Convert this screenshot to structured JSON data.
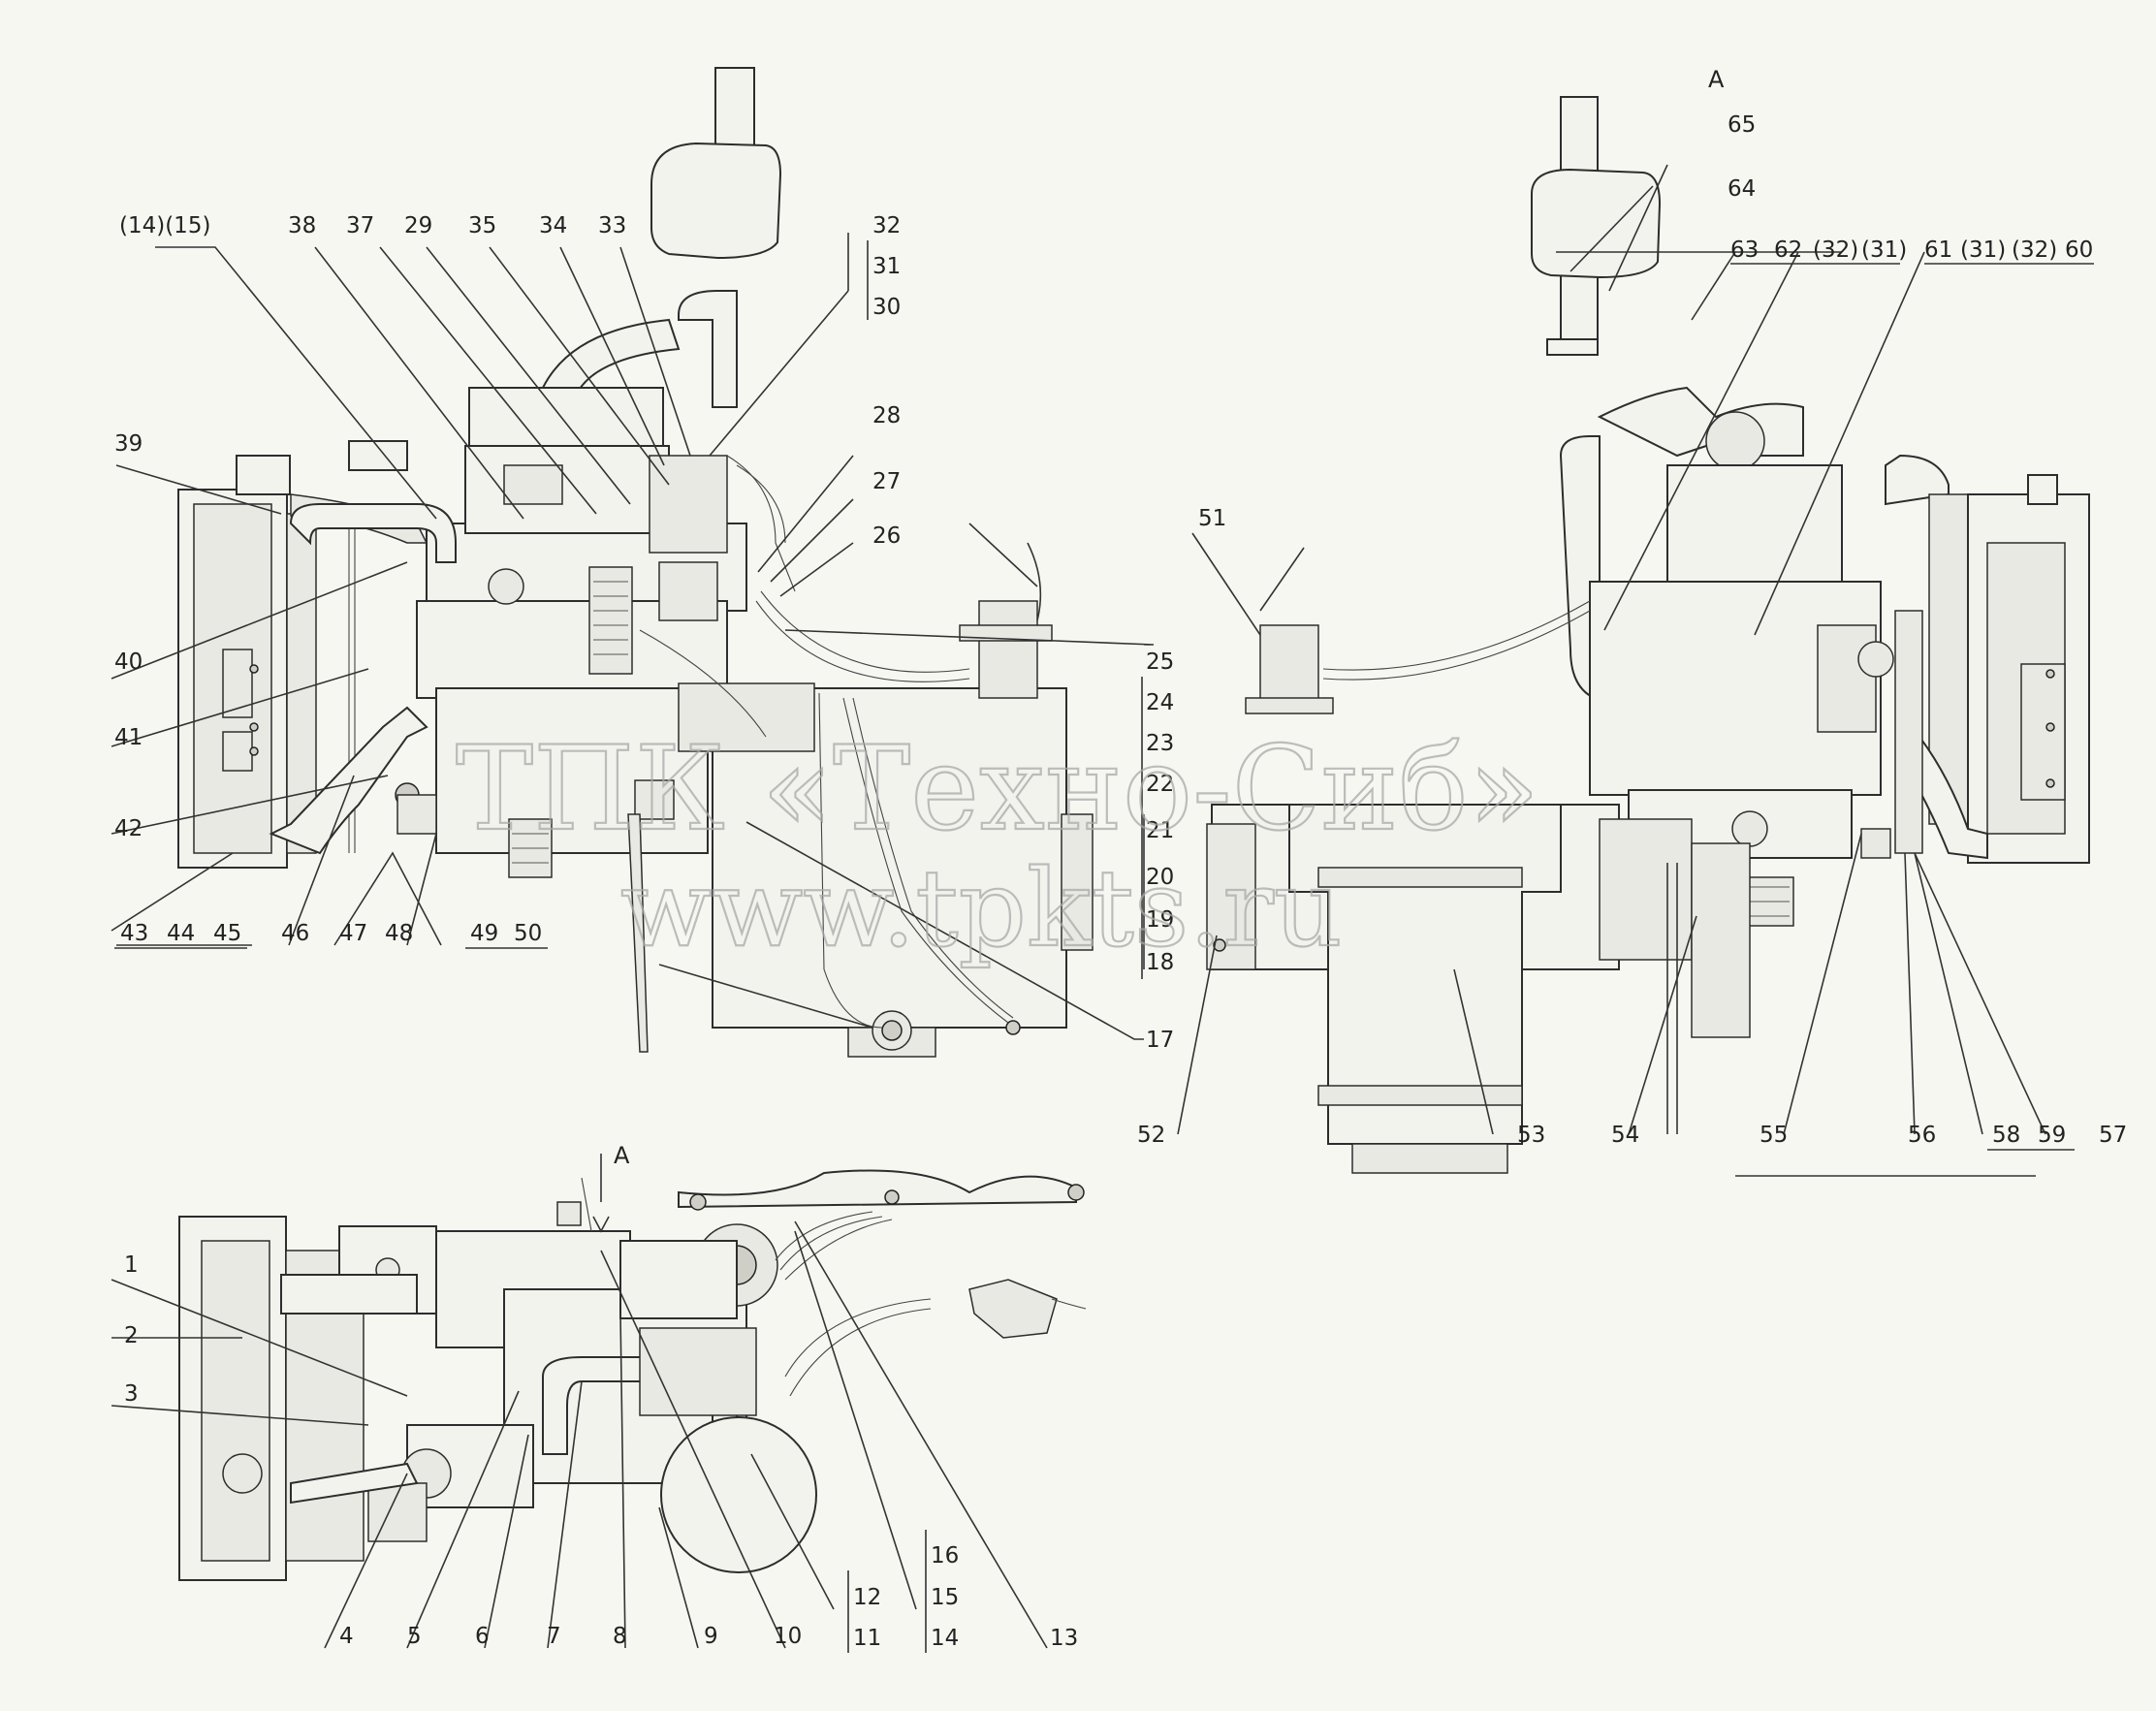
{
  "labels": {
    "top_left": [
      "(14)(15)",
      "38",
      "37",
      "29",
      "35",
      "34",
      "33",
      "32",
      "31",
      "30",
      "28",
      "27",
      "26",
      "25",
      "24",
      "23",
      "22",
      "21",
      "20",
      "19",
      "18",
      "17",
      "39",
      "40",
      "41",
      "42",
      "43",
      "44",
      "45",
      "46",
      "47",
      "48",
      "49",
      "50"
    ],
    "top_right": [
      "A",
      "65",
      "64",
      "63",
      "62",
      "(32)",
      "(31)",
      "61",
      "(31)",
      "(32)",
      "60",
      "51",
      "52",
      "53",
      "54",
      "55",
      "56",
      "58",
      "59",
      "57"
    ],
    "bottom": [
      "A",
      "1",
      "2",
      "3",
      "4",
      "5",
      "6",
      "7",
      "8",
      "9",
      "10",
      "12",
      "11",
      "16",
      "15",
      "14",
      "13"
    ]
  },
  "watermark": {
    "line1": "ТПК «Техно-Сиб»",
    "line2": "www.tpkts.ru"
  }
}
